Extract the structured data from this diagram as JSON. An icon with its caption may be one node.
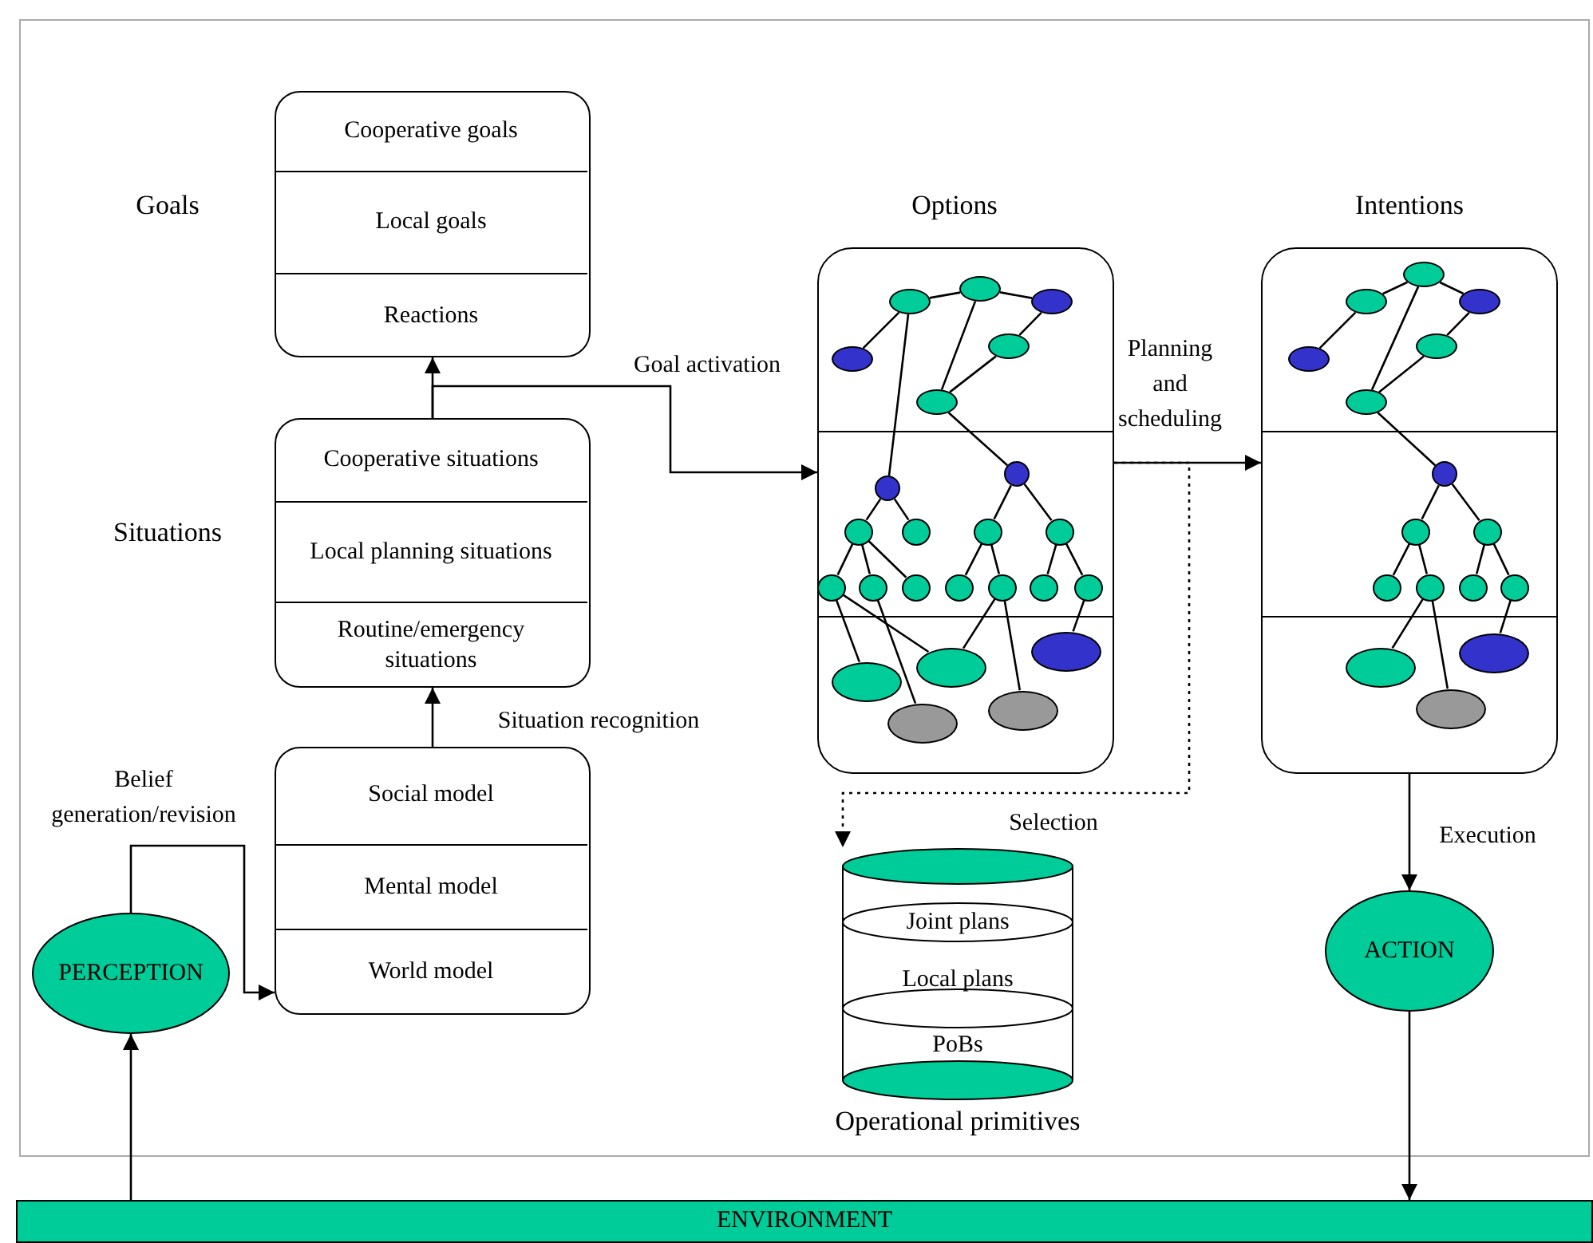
{
  "diagram": {
    "nodes": [
      {
        "text": [],
        "shape": "box"
      },
      {
        "text": [
          "Cooperative goals"
        ],
        "in": 0
      },
      {
        "text": [
          "Local goals"
        ],
        "in": 0
      },
      {
        "text": [
          "Reactions"
        ],
        "in": 0
      },
      {
        "text": [],
        "shape": "box"
      },
      {
        "text": [
          "Cooperative situations"
        ],
        "in": 4
      },
      {
        "text": [
          "Local planning situations"
        ],
        "in": 4
      },
      {
        "text": [
          "Routine/emergency situations"
        ],
        "in": 4
      },
      {
        "text": [],
        "shape": "box"
      },
      {
        "text": [
          "Social model"
        ],
        "in": 8
      },
      {
        "text": [
          "Mental model"
        ],
        "in": 8
      },
      {
        "text": [
          "World model"
        ],
        "in": 8
      },
      {
        "text": [
          "PERCEPTION"
        ]
      },
      {
        "text": [],
        "shape": "box"
      },
      {
        "text": [],
        "shape": "ellipse",
        "in": 13
      },
      {
        "text": [],
        "shape": "ellipse",
        "in": 13
      },
      {
        "text": [],
        "shape": "ellipse",
        "in": 13
      },
      {
        "text": [],
        "shape": "ellipse",
        "in": 13
      },
      {
        "text": [],
        "shape": "ellipse",
        "in": 13
      },
      {
        "text": [],
        "shape": "ellipse",
        "in": 13
      },
      {
        "text": [],
        "shape": "circle",
        "in": 13
      },
      {
        "text": [],
        "shape": "circle",
        "in": 13
      },
      {
        "text": [],
        "shape": "circle",
        "in": 13
      },
      {
        "text": [],
        "shape": "circle",
        "in": 13
      },
      {
        "text": [],
        "shape": "circle",
        "in": 13
      },
      {
        "text": [],
        "shape": "circle",
        "in": 13
      },
      {
        "text": [],
        "shape": "circle",
        "in": 13
      },
      {
        "text": [],
        "shape": "circle",
        "in": 13
      },
      {
        "text": [],
        "shape": "circle",
        "in": 13
      },
      {
        "text": [],
        "shape": "circle",
        "in": 13
      },
      {
        "text": [],
        "shape": "circle",
        "in": 13
      },
      {
        "text": [],
        "shape": "circle",
        "in": 13
      },
      {
        "text": [],
        "shape": "circle",
        "in": 13
      },
      {
        "text": [],
        "shape": "ellipse",
        "in": 13
      },
      {
        "text": [],
        "shape": "ellipse",
        "in": 13
      },
      {
        "text": [],
        "shape": "ellipse",
        "in": 13
      },
      {
        "text": [],
        "shape": "ellipse",
        "in": 13
      },
      {
        "text": [],
        "shape": "ellipse",
        "in": 13
      },
      {
        "text": [],
        "shape": "box"
      },
      {
        "text": [],
        "shape": "ellipse",
        "in": 38
      },
      {
        "text": [],
        "shape": "ellipse",
        "in": 38
      },
      {
        "text": [],
        "shape": "ellipse",
        "in": 38
      },
      {
        "text": [],
        "shape": "ellipse",
        "in": 38
      },
      {
        "text": [],
        "shape": "ellipse",
        "in": 38
      },
      {
        "text": [],
        "shape": "ellipse",
        "in": 38
      },
      {
        "text": [],
        "shape": "circle",
        "in": 38
      },
      {
        "text": [],
        "shape": "circle",
        "in": 38
      },
      {
        "text": [],
        "shape": "circle",
        "in": 38
      },
      {
        "text": [],
        "shape": "circle",
        "in": 38
      },
      {
        "text": [],
        "shape": "circle",
        "in": 38
      },
      {
        "text": [],
        "shape": "circle",
        "in": 38
      },
      {
        "text": [],
        "shape": "circle",
        "in": 38
      },
      {
        "text": [],
        "shape": "ellipse",
        "in": 38
      },
      {
        "text": [],
        "shape": "ellipse",
        "in": 38
      },
      {
        "text": [],
        "shape": "ellipse",
        "in": 38
      },
      {
        "text": [
          "Joint plans",
          "Local plans",
          "PoBs"
        ],
        "beside": [
          "Operational primitives"
        ]
      },
      {
        "text": [
          "ACTION"
        ]
      },
      {
        "text": [
          "ENVIRONMENT"
        ]
      }
    ],
    "edges": [
      {
        "from": 4,
        "to": 0,
        "arrow": "to"
      },
      {
        "from": 4,
        "to": 13,
        "arrow": "to",
        "label": "Goal activation"
      },
      {
        "from": 8,
        "to": 4,
        "arrow": "to",
        "label": "Situation recognition"
      },
      {
        "from": 12,
        "to": 8,
        "arrow": "to",
        "label": "Belief generation/revision"
      },
      {
        "from": 57,
        "to": 12,
        "arrow": "to"
      },
      {
        "from": 13,
        "to": 38,
        "arrow": "to",
        "label": "Planning and scheduling"
      },
      {
        "from": 13,
        "to": 55,
        "arrow": "to",
        "style": "dashed",
        "label": "Selection"
      },
      {
        "from": 38,
        "to": 56,
        "arrow": "to",
        "label": "Execution"
      },
      {
        "from": 56,
        "to": 57,
        "arrow": "to"
      },
      {
        "from": 14,
        "to": 15,
        "arrow": "none"
      },
      {
        "from": 15,
        "to": 16,
        "arrow": "none"
      },
      {
        "from": 14,
        "to": 17,
        "arrow": "none"
      },
      {
        "from": 16,
        "to": 18,
        "arrow": "none"
      },
      {
        "from": 18,
        "to": 19,
        "arrow": "none"
      },
      {
        "from": 15,
        "to": 19,
        "arrow": "none"
      },
      {
        "from": 14,
        "to": 20,
        "arrow": "none"
      },
      {
        "from": 19,
        "to": 21,
        "arrow": "none"
      },
      {
        "from": 20,
        "to": 22,
        "arrow": "none"
      },
      {
        "from": 20,
        "to": 23,
        "arrow": "none"
      },
      {
        "from": 21,
        "to": 24,
        "arrow": "none"
      },
      {
        "from": 21,
        "to": 25,
        "arrow": "none"
      },
      {
        "from": 22,
        "to": 26,
        "arrow": "none"
      },
      {
        "from": 22,
        "to": 27,
        "arrow": "none"
      },
      {
        "from": 22,
        "to": 28,
        "arrow": "none"
      },
      {
        "from": 24,
        "to": 29,
        "arrow": "none"
      },
      {
        "from": 24,
        "to": 30,
        "arrow": "none"
      },
      {
        "from": 25,
        "to": 31,
        "arrow": "none"
      },
      {
        "from": 25,
        "to": 32,
        "arrow": "none"
      },
      {
        "from": 26,
        "to": 33,
        "arrow": "none"
      },
      {
        "from": 26,
        "to": 34,
        "arrow": "none"
      },
      {
        "from": 27,
        "to": 36,
        "arrow": "none"
      },
      {
        "from": 30,
        "to": 34,
        "arrow": "none"
      },
      {
        "from": 30,
        "to": 37,
        "arrow": "none"
      },
      {
        "from": 32,
        "to": 35,
        "arrow": "none"
      },
      {
        "from": 40,
        "to": 39,
        "arrow": "none"
      },
      {
        "from": 40,
        "to": 41,
        "arrow": "none"
      },
      {
        "from": 39,
        "to": 42,
        "arrow": "none"
      },
      {
        "from": 41,
        "to": 43,
        "arrow": "none"
      },
      {
        "from": 43,
        "to": 44,
        "arrow": "none"
      },
      {
        "from": 40,
        "to": 44,
        "arrow": "none"
      },
      {
        "from": 44,
        "to": 45,
        "arrow": "none"
      },
      {
        "from": 45,
        "to": 46,
        "arrow": "none"
      },
      {
        "from": 45,
        "to": 47,
        "arrow": "none"
      },
      {
        "from": 46,
        "to": 48,
        "arrow": "none"
      },
      {
        "from": 46,
        "to": 49,
        "arrow": "none"
      },
      {
        "from": 47,
        "to": 50,
        "arrow": "none"
      },
      {
        "from": 47,
        "to": 51,
        "arrow": "none"
      },
      {
        "from": 49,
        "to": 52,
        "arrow": "none"
      },
      {
        "from": 49,
        "to": 54,
        "arrow": "none"
      },
      {
        "from": 51,
        "to": 53,
        "arrow": "none"
      }
    ],
    "labels": [
      "Goals",
      "Situations",
      "Options",
      "Intentions"
    ]
  }
}
